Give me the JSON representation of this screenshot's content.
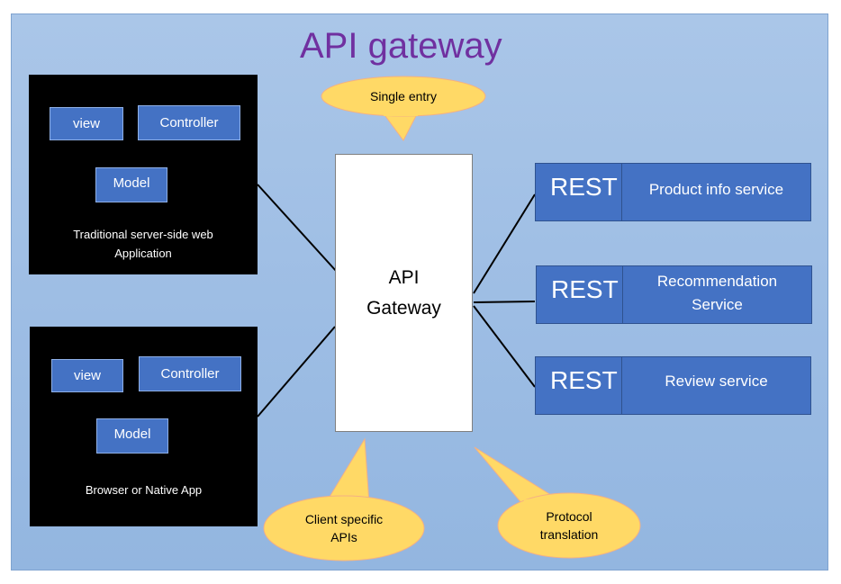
{
  "title": "API gateway",
  "callouts": {
    "single_entry": "Single entry",
    "client_specific_line1": "Client specific",
    "client_specific_line2": "APIs",
    "protocol_line1": "Protocol",
    "protocol_line2": "translation"
  },
  "clients": [
    {
      "view": "view",
      "controller": "Controller",
      "model": "Model",
      "caption_line1": "Traditional server-side web",
      "caption_line2": "Application"
    },
    {
      "view": "view",
      "controller": "Controller",
      "model": "Model",
      "caption_line1": "Browser or Native App"
    }
  ],
  "gateway": {
    "line1": "API",
    "line2": "Gateway"
  },
  "services": [
    {
      "protocol": "REST",
      "name": "Product info service"
    },
    {
      "protocol": "REST",
      "name_line1": "Recommendation",
      "name_line2": "Service"
    },
    {
      "protocol": "REST",
      "name": "Review service"
    }
  ],
  "colors": {
    "background": "#a4c2e6",
    "title": "#7030a0",
    "box_blue": "#4472c4",
    "callout": "#ffd966"
  }
}
